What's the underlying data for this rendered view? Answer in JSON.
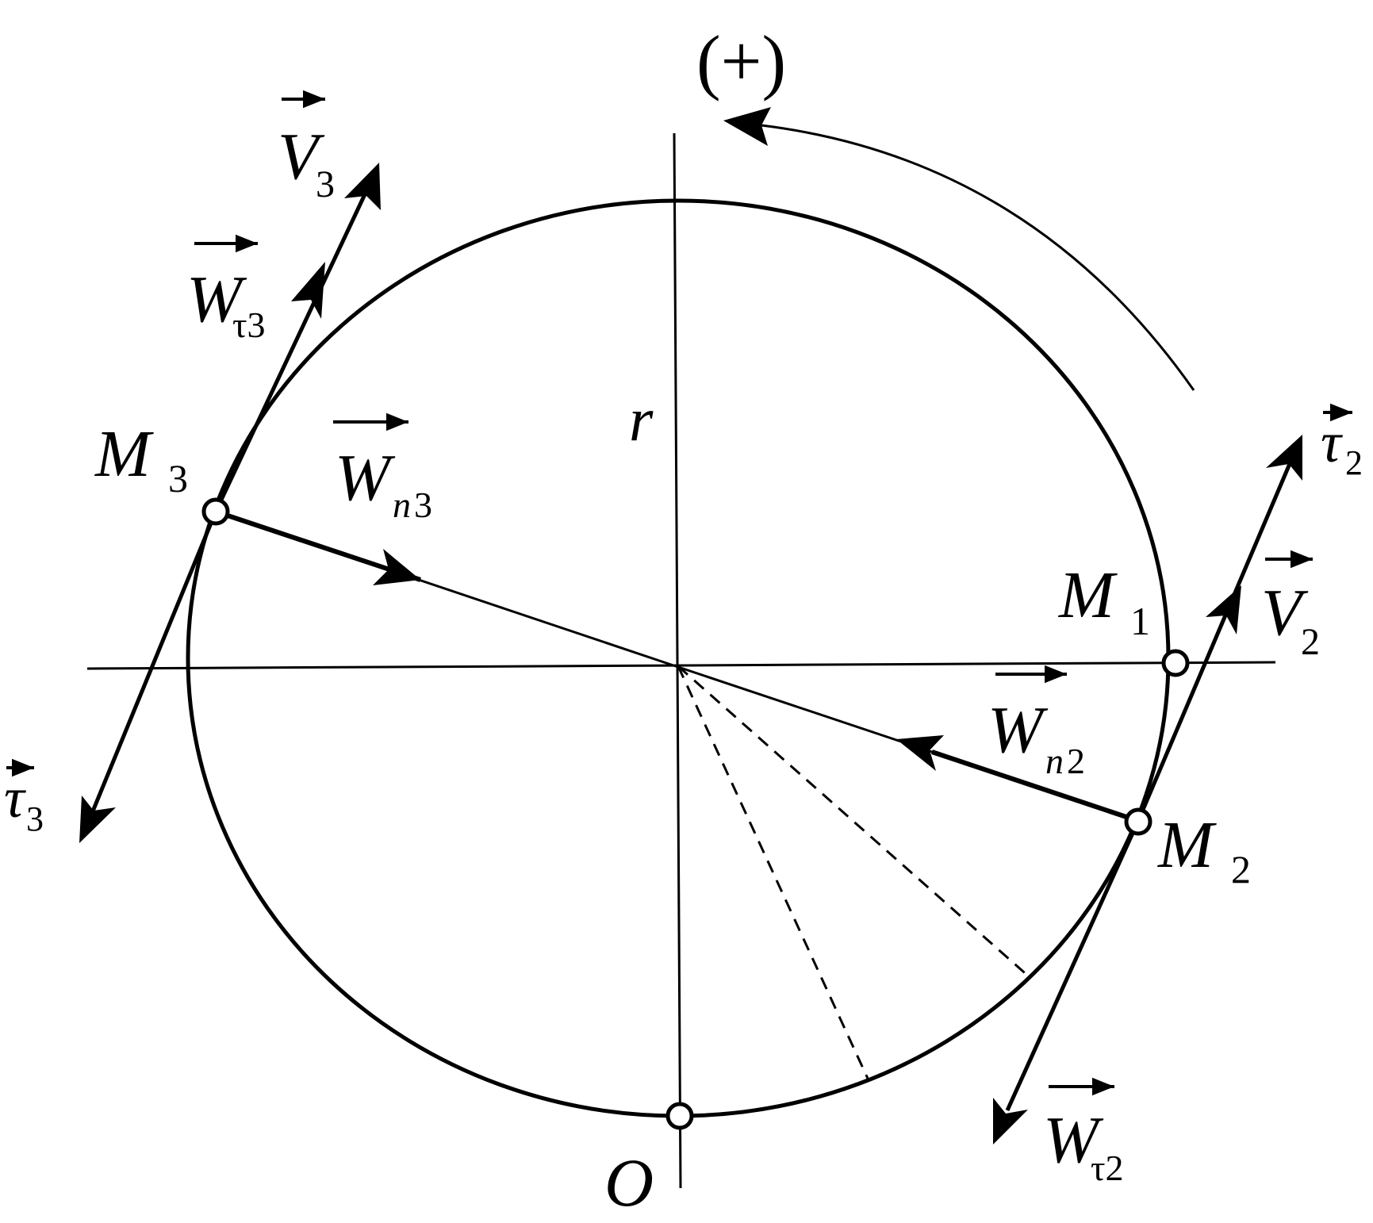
{
  "labels": {
    "plus": "(+)",
    "r": "r",
    "O": "O",
    "M1": {
      "main": "M",
      "sub": "1"
    },
    "M2": {
      "main": "M",
      "sub": "2"
    },
    "M3": {
      "main": "M",
      "sub": "3"
    },
    "V3": {
      "main": "V",
      "sub": "3"
    },
    "V2": {
      "main": "V",
      "sub": "2"
    },
    "Wt3": {
      "main": "W",
      "sub": "τ3"
    },
    "Wn3": {
      "main": "W",
      "sub_italic": "n",
      "sub": "3"
    },
    "Wn2": {
      "main": "W",
      "sub_italic": "n",
      "sub": "2"
    },
    "Wt2": {
      "main": "W",
      "sub": "τ2"
    },
    "tau3": {
      "main": "τ",
      "sub": "3"
    },
    "tau2": {
      "main": "τ",
      "sub": "2"
    }
  },
  "colors": {
    "ink": "#000000",
    "background": "#ffffff"
  }
}
